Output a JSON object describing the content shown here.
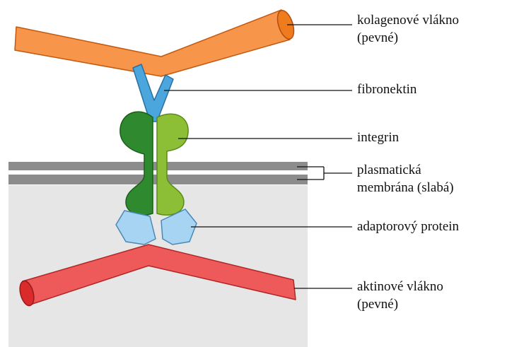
{
  "labels": {
    "collagen": {
      "line1": "kolagenové vlákno",
      "line2": "(pevné)"
    },
    "fibronectin": {
      "text": "fibronektin"
    },
    "integrin": {
      "text": "integrin"
    },
    "membrane": {
      "line1": "plasmatická",
      "line2": "membrána (slabá)"
    },
    "adaptor": {
      "text": "adaptorový protein"
    },
    "actin": {
      "line1": "aktinové vlákno",
      "line2": "(pevné)"
    }
  },
  "colors": {
    "collagen": "#f7954a",
    "collagen_end": "#f07a1e",
    "fibronectin": "#4aa6dc",
    "integrin_dark": "#2f8a2f",
    "integrin_light": "#8cbf35",
    "membrane": "#8c8c8c",
    "cytoplasm": "#e6e6e6",
    "adaptor": "#a6d4f2",
    "actin": "#ee5a5a",
    "actin_end": "#d92b2b"
  }
}
